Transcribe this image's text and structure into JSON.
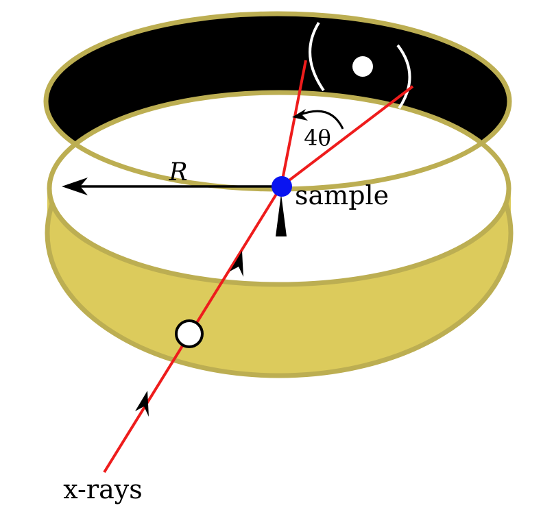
{
  "labels": {
    "radius": "R",
    "sample": "sample",
    "angle": "4θ",
    "source": "x-rays"
  },
  "colors": {
    "film_outer": "#dccb5c",
    "film_edge": "#bcae52",
    "film_inner": "#000000",
    "beam": "#ee1c1c",
    "sample": "#0a14f0",
    "arc": "#ffffff",
    "arrow": "#000000"
  }
}
